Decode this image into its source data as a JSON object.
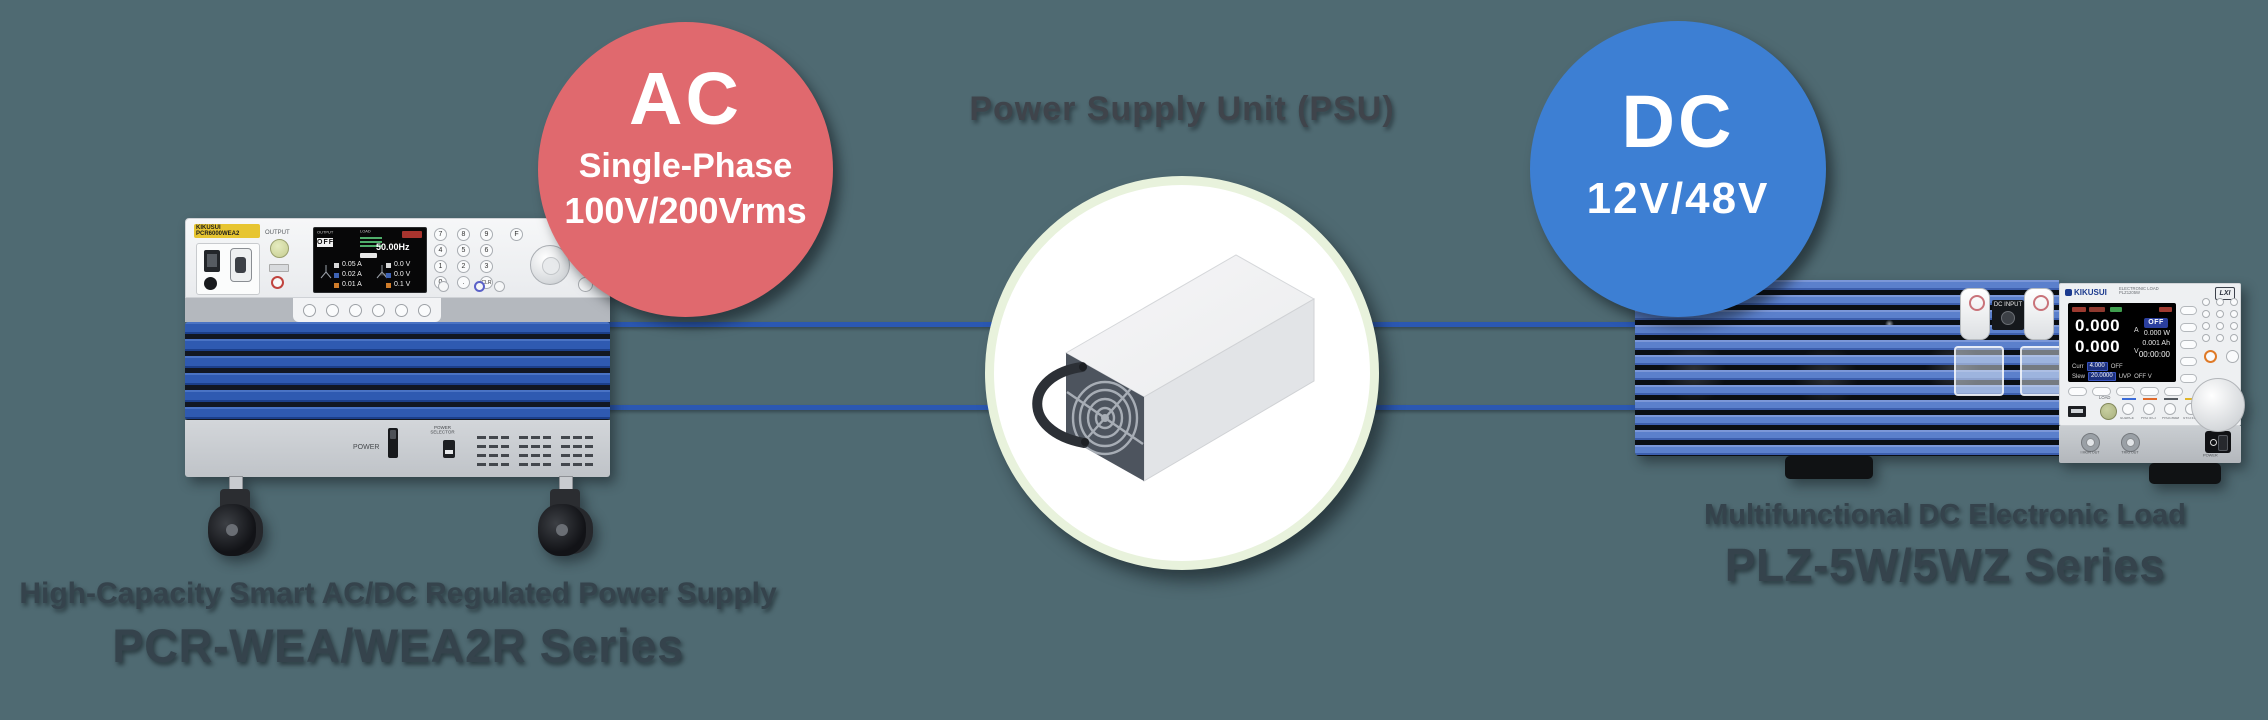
{
  "page": {
    "background": "#4f6a72",
    "line_color": "#2b58b2"
  },
  "title": {
    "text": "Power Supply Unit (PSU)"
  },
  "ac_badge": {
    "label": "AC",
    "sub1": "Single-Phase",
    "sub2": "100V/200Vrms",
    "color": "#e0696e"
  },
  "dc_badge": {
    "label": "DC",
    "sub1": "12V/48V",
    "color": "#3d7fd3"
  },
  "left_device": {
    "caption_line1": "High-Capacity Smart AC/DC Regulated Power Supply",
    "caption_line2": "PCR-WEA/WEA2R Series",
    "brand": "KIKUSUI",
    "model": "PCR6000WEA2",
    "output_label": "OUTPUT",
    "display": {
      "output_label": "OUTPUT",
      "output_state": "OFF",
      "load_label": "LOAD",
      "frequency": "50.00Hz",
      "current_rows": [
        "0.05 A",
        "0.02 A",
        "0.01 A"
      ],
      "voltage_rows": [
        "0.0 V",
        "0.0 V",
        "0.1 V"
      ],
      "rms_label": "rms"
    },
    "keypad": [
      "7",
      "8",
      "9",
      "4",
      "5",
      "6",
      "1",
      "2",
      "3",
      "0",
      ".",
      "CLR"
    ],
    "f_key": "F",
    "power_label": "POWER",
    "power_selector_label": "POWER SELECTOR"
  },
  "right_device": {
    "caption_line1": "Multifunctional DC Electronic Load",
    "caption_line2": "PLZ-5W/5WZ Series",
    "brand": "KIKUSUI",
    "type_label": "ELECTRONIC LOAD",
    "model": "PLZ1205W",
    "lxi_label": "LXI",
    "dc_input_label": "DC INPUT",
    "display": {
      "current_value": "0.000",
      "current_unit": "A",
      "state_badge": "OFF",
      "power_value": "0.000 W",
      "voltage_value": "0.000",
      "voltage_unit": "V",
      "ah_value": "0.001 Ah",
      "time_value": "00:00:00",
      "row1_label": "Curr",
      "row1_value": "4.000",
      "row1_state": "OFF",
      "row2_label": "Slew",
      "row2_value": "20.0000",
      "uvp_label": "UVP",
      "uvp_state": "OFF V"
    },
    "load_button": "LOAD",
    "menu_buttons": [
      "SOURCE",
      "PROTECT",
      "PROGRAM",
      "SYSTEM"
    ],
    "menu_bar_colors": [
      "#3a6bd8",
      "#e06a2a",
      "#555a60",
      "#e0b52a"
    ],
    "bnc_labels": [
      "I MON OUT",
      "TRIG OUT"
    ],
    "power_label": "POWER"
  }
}
